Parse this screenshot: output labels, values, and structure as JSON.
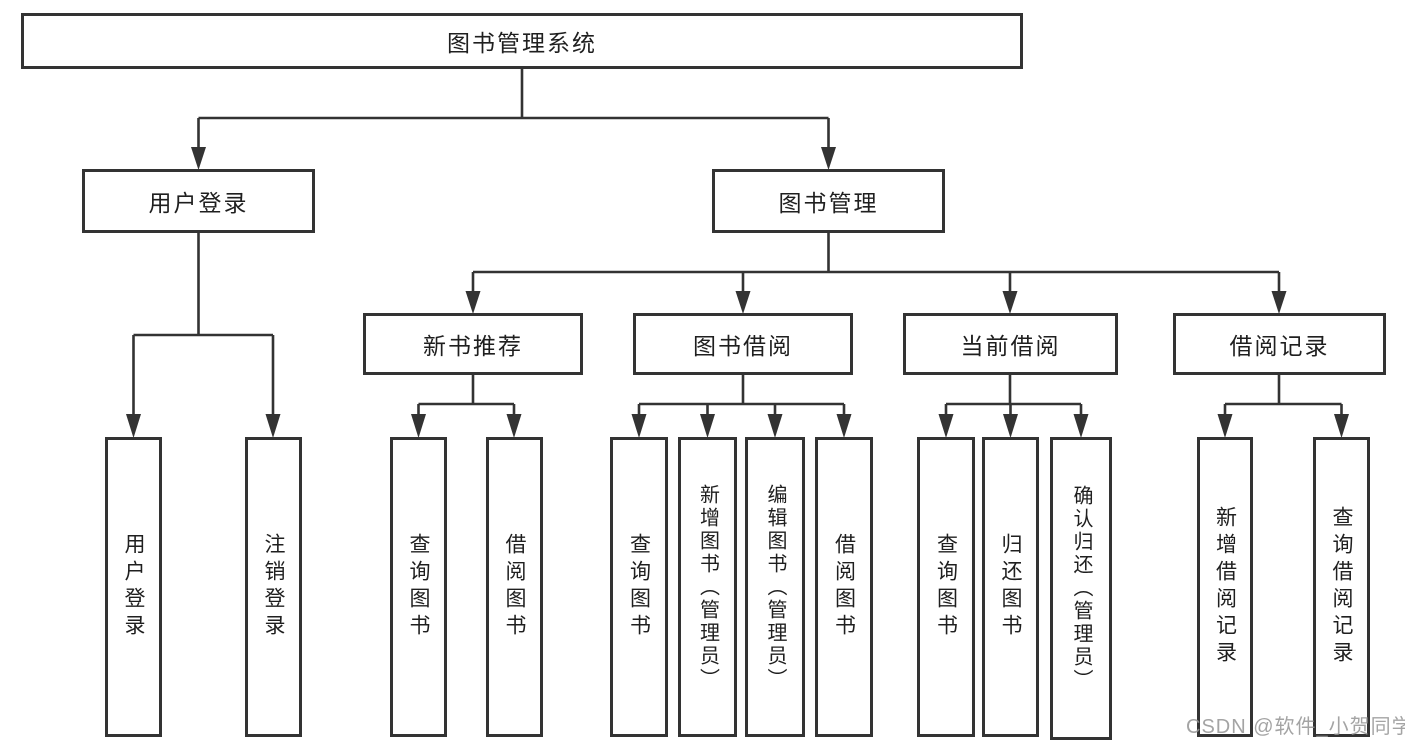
{
  "tree": {
    "root": {
      "label": "图书管理系统"
    },
    "branches": [
      {
        "label": "用户登录",
        "children": [
          {
            "label": "用户登录"
          },
          {
            "label": "注销登录"
          }
        ]
      },
      {
        "label": "图书管理",
        "children": [
          {
            "label": "新书推荐",
            "children": [
              {
                "label": "查询图书"
              },
              {
                "label": "借阅图书"
              }
            ]
          },
          {
            "label": "图书借阅",
            "children": [
              {
                "label": "查询图书"
              },
              {
                "label": "新增图书（管理员）"
              },
              {
                "label": "编辑图书（管理员）"
              },
              {
                "label": "借阅图书"
              }
            ]
          },
          {
            "label": "当前借阅",
            "children": [
              {
                "label": "查询图书"
              },
              {
                "label": "归还图书"
              },
              {
                "label": "确认归还（管理员）"
              }
            ]
          },
          {
            "label": "借阅记录",
            "children": [
              {
                "label": "新增借阅记录"
              },
              {
                "label": "查询借阅记录"
              }
            ]
          }
        ]
      }
    ]
  },
  "watermark": "CSDN @软件_小贺同学",
  "colors": {
    "line": "#333333",
    "text": "#1f1f1f",
    "watermark": "#949494",
    "background": "#ffffff"
  }
}
